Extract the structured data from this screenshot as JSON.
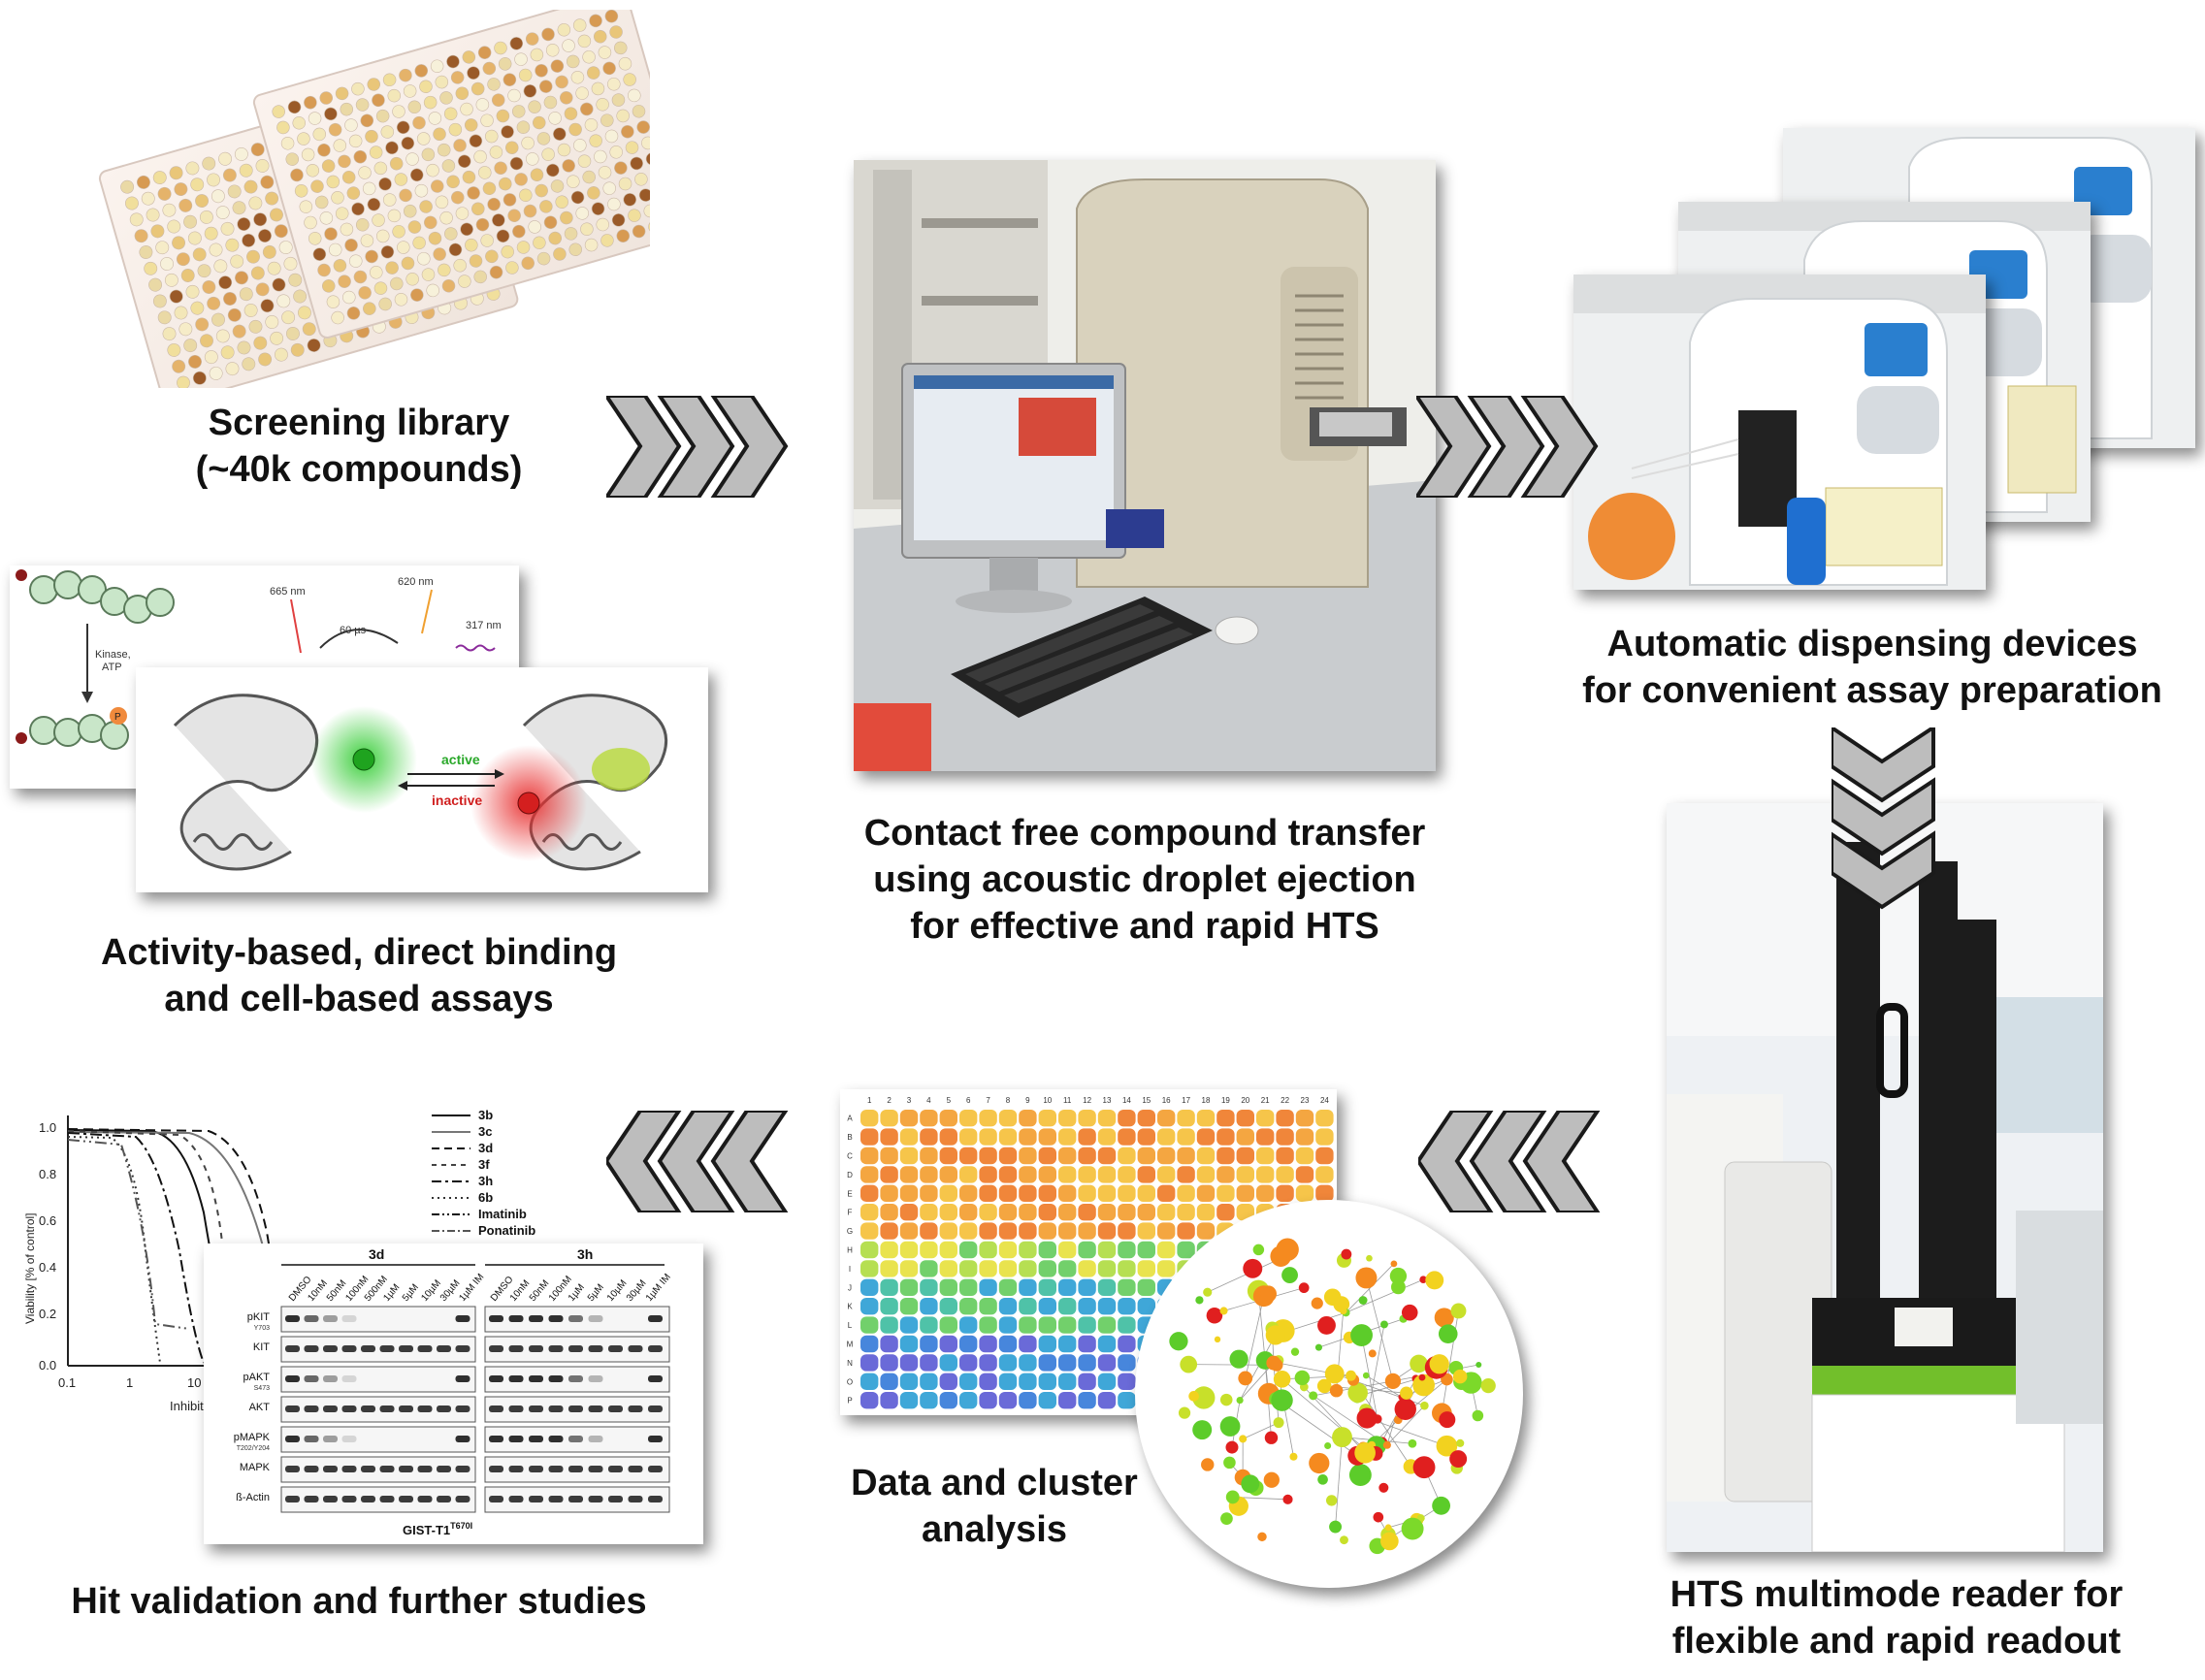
{
  "captions": {
    "library_l1": "Screening library",
    "library_l2": "(~40k compounds)",
    "transfer_l1": "Contact free compound transfer",
    "transfer_l2": "using acoustic droplet ejection",
    "transfer_l3": "for effective and rapid HTS",
    "dispense_l1": "Automatic dispensing devices",
    "dispense_l2": "for convenient assay preparation",
    "assays_l1": "Activity-based, direct binding",
    "assays_l2": "and cell-based assays",
    "reader_l1": "HTS multimode reader for",
    "reader_l2": "flexible and rapid readout",
    "data_l1": "Data and cluster",
    "data_l2": "analysis",
    "hits": "Hit validation and further studies"
  },
  "assay_scheme": {
    "wl_665": "665 nm",
    "wl_620": "620 nm",
    "wl_317": "317 nm",
    "time": "60 µs",
    "kinase": "Kinase,",
    "atp": "ATP",
    "phospho": "P",
    "active": "active",
    "inactive": "inactive"
  },
  "plot": {
    "ylabel": "Viability [% of control]",
    "xlabel": "Inhibito",
    "yticks": [
      "0.0",
      "0.2",
      "0.4",
      "0.6",
      "0.8",
      "1.0"
    ],
    "xticks": [
      "0.1",
      "1",
      "10"
    ],
    "legend": [
      "3b",
      "3c",
      "3d",
      "3f",
      "3h",
      "6b",
      "Imatinib",
      "Ponatinib"
    ]
  },
  "blot": {
    "group1": "3d",
    "group2": "3h",
    "lanes1": [
      "DMSO",
      "10nM",
      "50nM",
      "100nM",
      "500nM",
      "1µM",
      "5µM",
      "10µM",
      "30µM",
      "1µM IM"
    ],
    "lanes2": [
      "DMSO",
      "10nM",
      "50nM",
      "100nM",
      "1µM",
      "5µM",
      "10µM",
      "30µM",
      "1µM IM"
    ],
    "rows": [
      "pKIT",
      "KIT",
      "pAKT",
      "AKT",
      "pMAPK",
      "MAPK",
      "ß-Actin"
    ],
    "subs": [
      "Y703",
      "",
      "S473",
      "",
      "T202/Y204",
      "",
      ""
    ],
    "footer": "GIST-T1",
    "footer_sup": "T670I"
  },
  "heatmap": {
    "cols": [
      "1",
      "2",
      "3",
      "4",
      "5",
      "6",
      "7",
      "8",
      "9",
      "10",
      "11",
      "12",
      "13",
      "14",
      "15",
      "16",
      "17",
      "18",
      "19",
      "20",
      "21",
      "22",
      "23",
      "24"
    ],
    "rows": [
      "A",
      "B",
      "C",
      "D",
      "E",
      "F",
      "G",
      "H",
      "I",
      "J",
      "K",
      "L",
      "M",
      "N",
      "O",
      "P"
    ]
  },
  "colors": {
    "arrow_fill": "#bdbdbd",
    "arrow_stroke": "#1a1a1a",
    "fret_red": "#e83030",
    "fret_green": "#33cc33"
  }
}
